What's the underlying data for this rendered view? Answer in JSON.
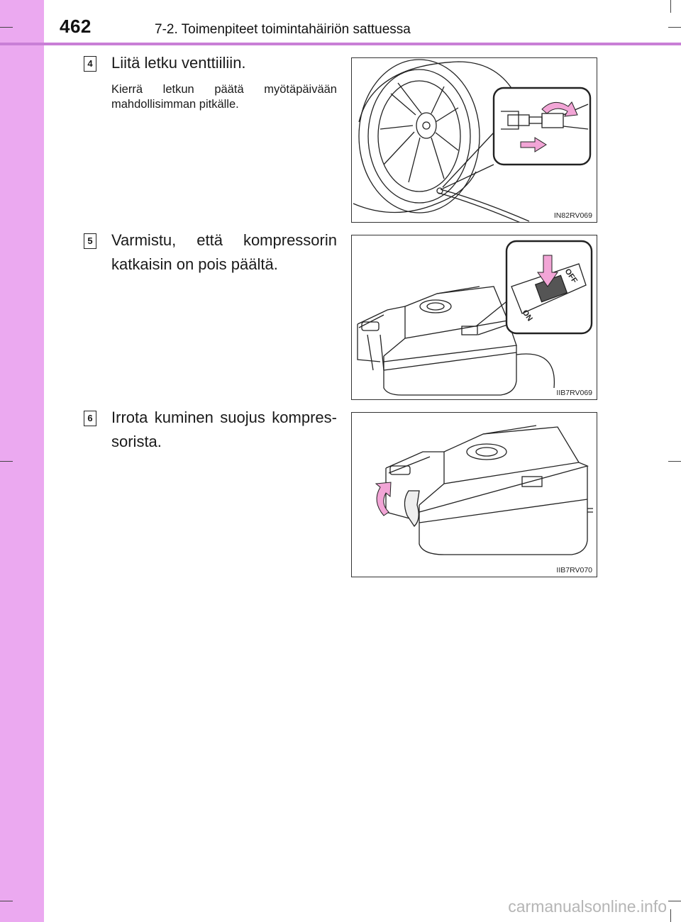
{
  "header": {
    "page_number": "462",
    "section_title": "7-2. Toimenpiteet toimintahäiriön sattuessa"
  },
  "steps": [
    {
      "number": "4",
      "title": "Liitä letku venttiiliin.",
      "description": "Kierrä letkun päätä myötäpäivään mahdollisimman pitkälle.",
      "figure_code": "IN82RV069"
    },
    {
      "number": "5",
      "title": "Varmistu, että kompressorin katkaisin on pois päältä.",
      "figure_code": "IIB7RV069",
      "switch_labels": {
        "on": "ON",
        "off": "OFF"
      }
    },
    {
      "number": "6",
      "title": "Irrota kuminen suojus kompres-sorista.",
      "figure_code": "IIB7RV070"
    }
  ],
  "watermark": "carmanualsonline.info",
  "colors": {
    "sidebar": "#eba9f0",
    "header_rule": "#c97fd6",
    "arrow_fill": "#f2a5d6"
  }
}
